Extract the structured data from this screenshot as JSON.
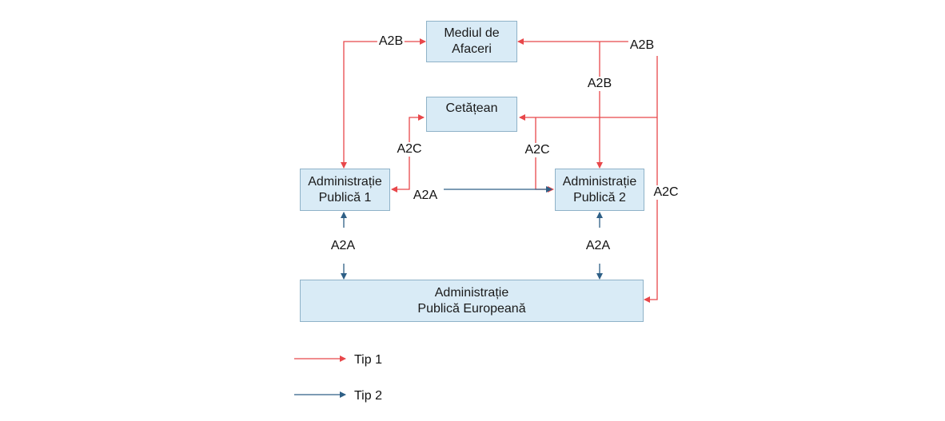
{
  "nodes": {
    "mediul_afaceri": {
      "line1": "Mediul de",
      "line2": "Afaceri"
    },
    "cetatean": {
      "line1": "Cetățean",
      "line2": ""
    },
    "admin1": {
      "line1": "Administrație",
      "line2": "Publică 1"
    },
    "admin2": {
      "line1": "Administrație",
      "line2": "Publică 2"
    },
    "admin_eu": {
      "line1": "Administrație",
      "line2": "Publică Europeană"
    }
  },
  "edge_labels": {
    "a2b_left": "A2B",
    "a2b_right_top": "A2B",
    "a2b_mid": "A2B",
    "a2c_left": "A2C",
    "a2c_mid": "A2C",
    "a2c_right": "A2C",
    "a2a_center": "A2A",
    "a2a_left": "A2A",
    "a2a_right": "A2A"
  },
  "legend": {
    "tip1": "Tip 1",
    "tip2": "Tip 2"
  },
  "colors": {
    "tip1": "#e8474a",
    "tip2": "#2e5f86",
    "node_fill": "#d9ebf6",
    "node_border": "#8fb2c8"
  }
}
